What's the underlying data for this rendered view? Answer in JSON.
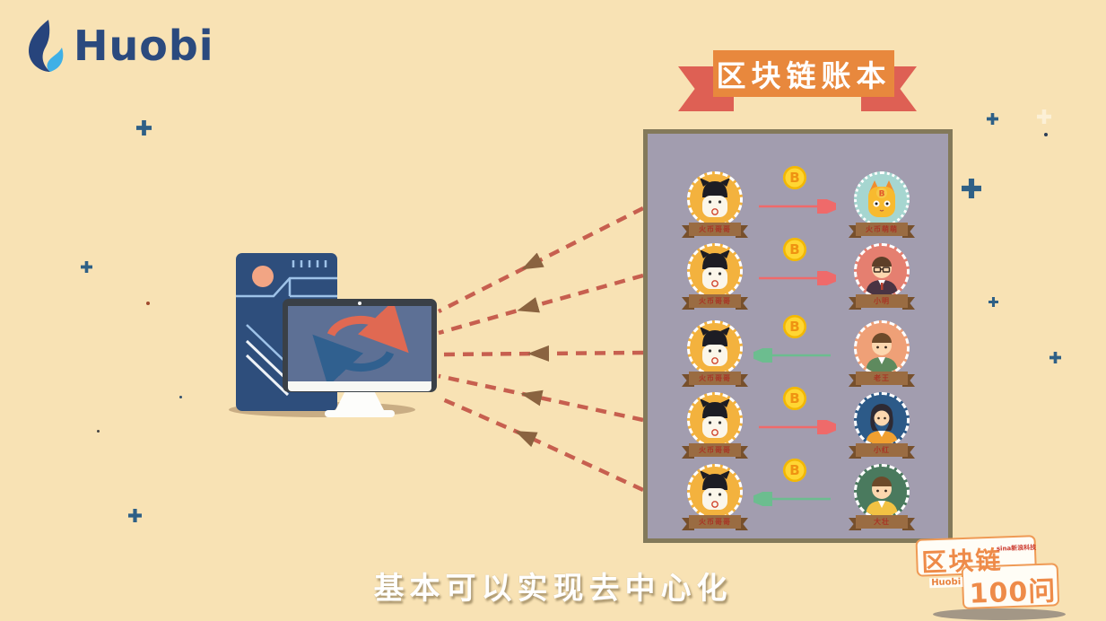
{
  "brand": {
    "name": "Huobi",
    "color": "#2b4a7e"
  },
  "banner": {
    "title": "区块链账本",
    "fill": "#e8883d",
    "tail_color": "#de6054",
    "text_color": "#ffffff"
  },
  "ledger": {
    "coin_symbol": "B",
    "panel_color": "#a29daf",
    "panel_border_color": "#83795a",
    "rows": [
      {
        "from": "火币哥哥",
        "to": "火币萌萌",
        "direction": "right",
        "arrow_color": "#ef6a6a"
      },
      {
        "from": "火币哥哥",
        "to": "小明",
        "direction": "right",
        "arrow_color": "#ef6a6a"
      },
      {
        "from": "火币哥哥",
        "to": "老王",
        "direction": "left",
        "arrow_color": "#6cbd8f"
      },
      {
        "from": "火币哥哥",
        "to": "小红",
        "direction": "right",
        "arrow_color": "#ef6a6a"
      },
      {
        "from": "火币哥哥",
        "to": "大壮",
        "direction": "left",
        "arrow_color": "#6cbd8f"
      }
    ]
  },
  "network": {
    "dashed_line_color": "#c75f4f",
    "arrowhead_color": "#8a6340",
    "sync_arrow_orange": "#e06952",
    "sync_arrow_blue": "#30608f"
  },
  "subtitle": {
    "text": "基本可以实现去中心化"
  },
  "watermark": {
    "line1": "区块链",
    "line2": "100问",
    "sina": "sina新浪科技",
    "huobi": "Huobi"
  },
  "background": {
    "color": "#f8e2b4",
    "plus_color": "#2f6086"
  }
}
